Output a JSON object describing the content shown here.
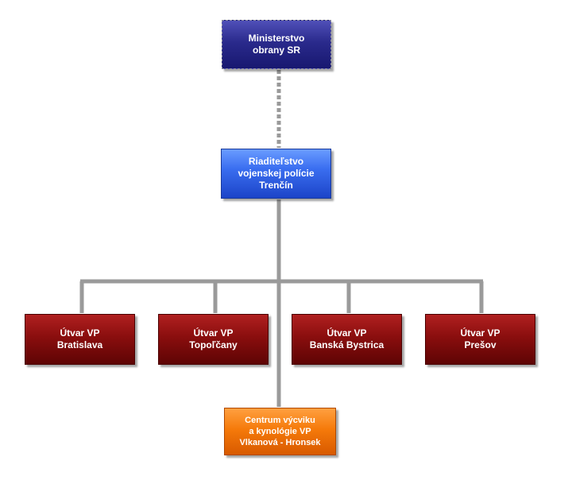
{
  "org_chart": {
    "ministry": {
      "line1": "Ministerstvo",
      "line2": "obrany SR"
    },
    "directorate": {
      "line1": "Riaditeľstvo",
      "line2": "vojenskej polície",
      "line3": "Trenčín"
    },
    "units": [
      {
        "line1": "Útvar VP",
        "line2": "Bratislava"
      },
      {
        "line1": "Útvar VP",
        "line2": "Topoľčany"
      },
      {
        "line1": "Útvar VP",
        "line2": "Banská Bystrica"
      },
      {
        "line1": "Útvar VP",
        "line2": "Prešov"
      }
    ],
    "training_center": {
      "line1": "Centrum výcviku",
      "line2": "a kynológie VP",
      "line3": "Vlkanová - Hronsek"
    }
  },
  "colors": {
    "ministry": "#2a2a8c",
    "directorate": "#3a6ef0",
    "unit": "#8a0e0e",
    "training_center": "#f57a0a",
    "connector": "#9a9a9a"
  }
}
